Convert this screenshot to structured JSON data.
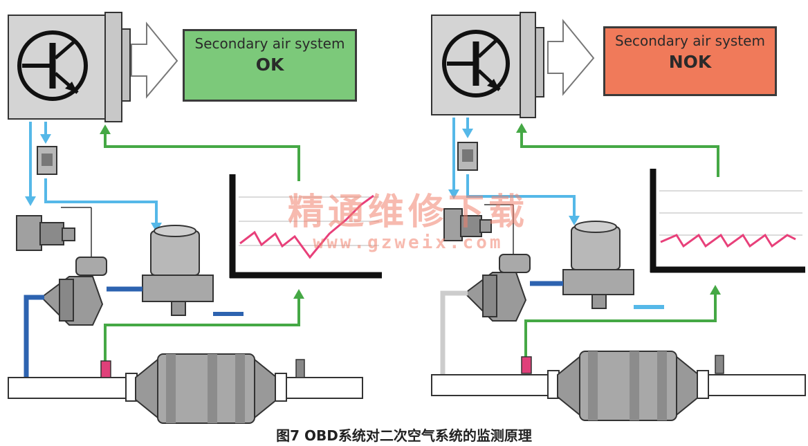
{
  "left_panel": {
    "status_title": "Secondary air system",
    "status_value": "OK",
    "status_color": "#7cc97a",
    "signal_trace": "rising"
  },
  "right_panel": {
    "status_title": "Secondary air system",
    "status_value": "NOK",
    "status_color": "#f07a5a",
    "signal_trace": "sawtooth"
  },
  "colors": {
    "signal_line": "#45a845",
    "control_line": "#55b8e8",
    "air_pipe": "#2d63b0",
    "trace": "#e8407a",
    "sensor": "#e0407a",
    "component": "#9a9a9a"
  },
  "watermark": {
    "text_cn": "精通维修下载",
    "url": "www.gzweix.com"
  },
  "caption": "图7  OBD系统对二次空气系统的监测原理"
}
